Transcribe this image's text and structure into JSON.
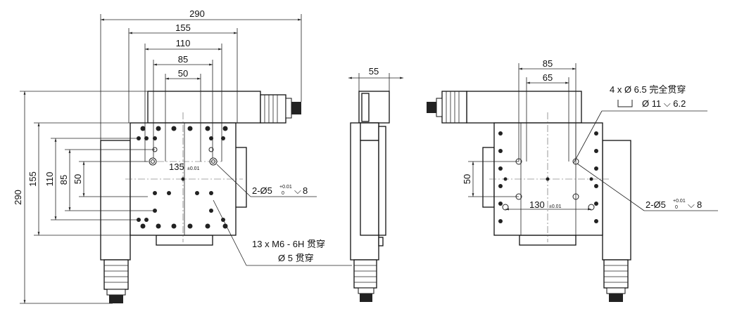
{
  "front_view": {
    "dim_290_top": "290",
    "dim_155_top": "155",
    "dim_110_top": "110",
    "dim_85_top": "85",
    "dim_50_top": "50",
    "dim_290_left": "290",
    "dim_155_left": "155",
    "dim_110_left": "110",
    "dim_85_left": "85",
    "dim_50_left": "50",
    "dim_135": "135",
    "tol_135": "±0.01",
    "dowel_callout": "2-Ø5",
    "dowel_tol_upper": "+0.01",
    "dowel_tol_lower": "0",
    "dowel_depth": "8",
    "thread_callout_1": "13 x  M6 - 6H 贯穿",
    "thread_callout_2": "Ø  5 贯穿"
  },
  "side_view": {
    "dim_55": "55"
  },
  "back_view": {
    "dim_85": "85",
    "dim_65": "65",
    "dim_50": "50",
    "dim_130": "130",
    "tol_130": "±0.01",
    "hole_callout_1": "4 x  Ø  6.5 完全贯穿",
    "hole_callout_2": "Ø  11 ⌵ 6.2",
    "dowel_callout": "2-Ø5",
    "dowel_tol_upper": "+0.01",
    "dowel_tol_lower": "0",
    "dowel_depth": "8"
  }
}
